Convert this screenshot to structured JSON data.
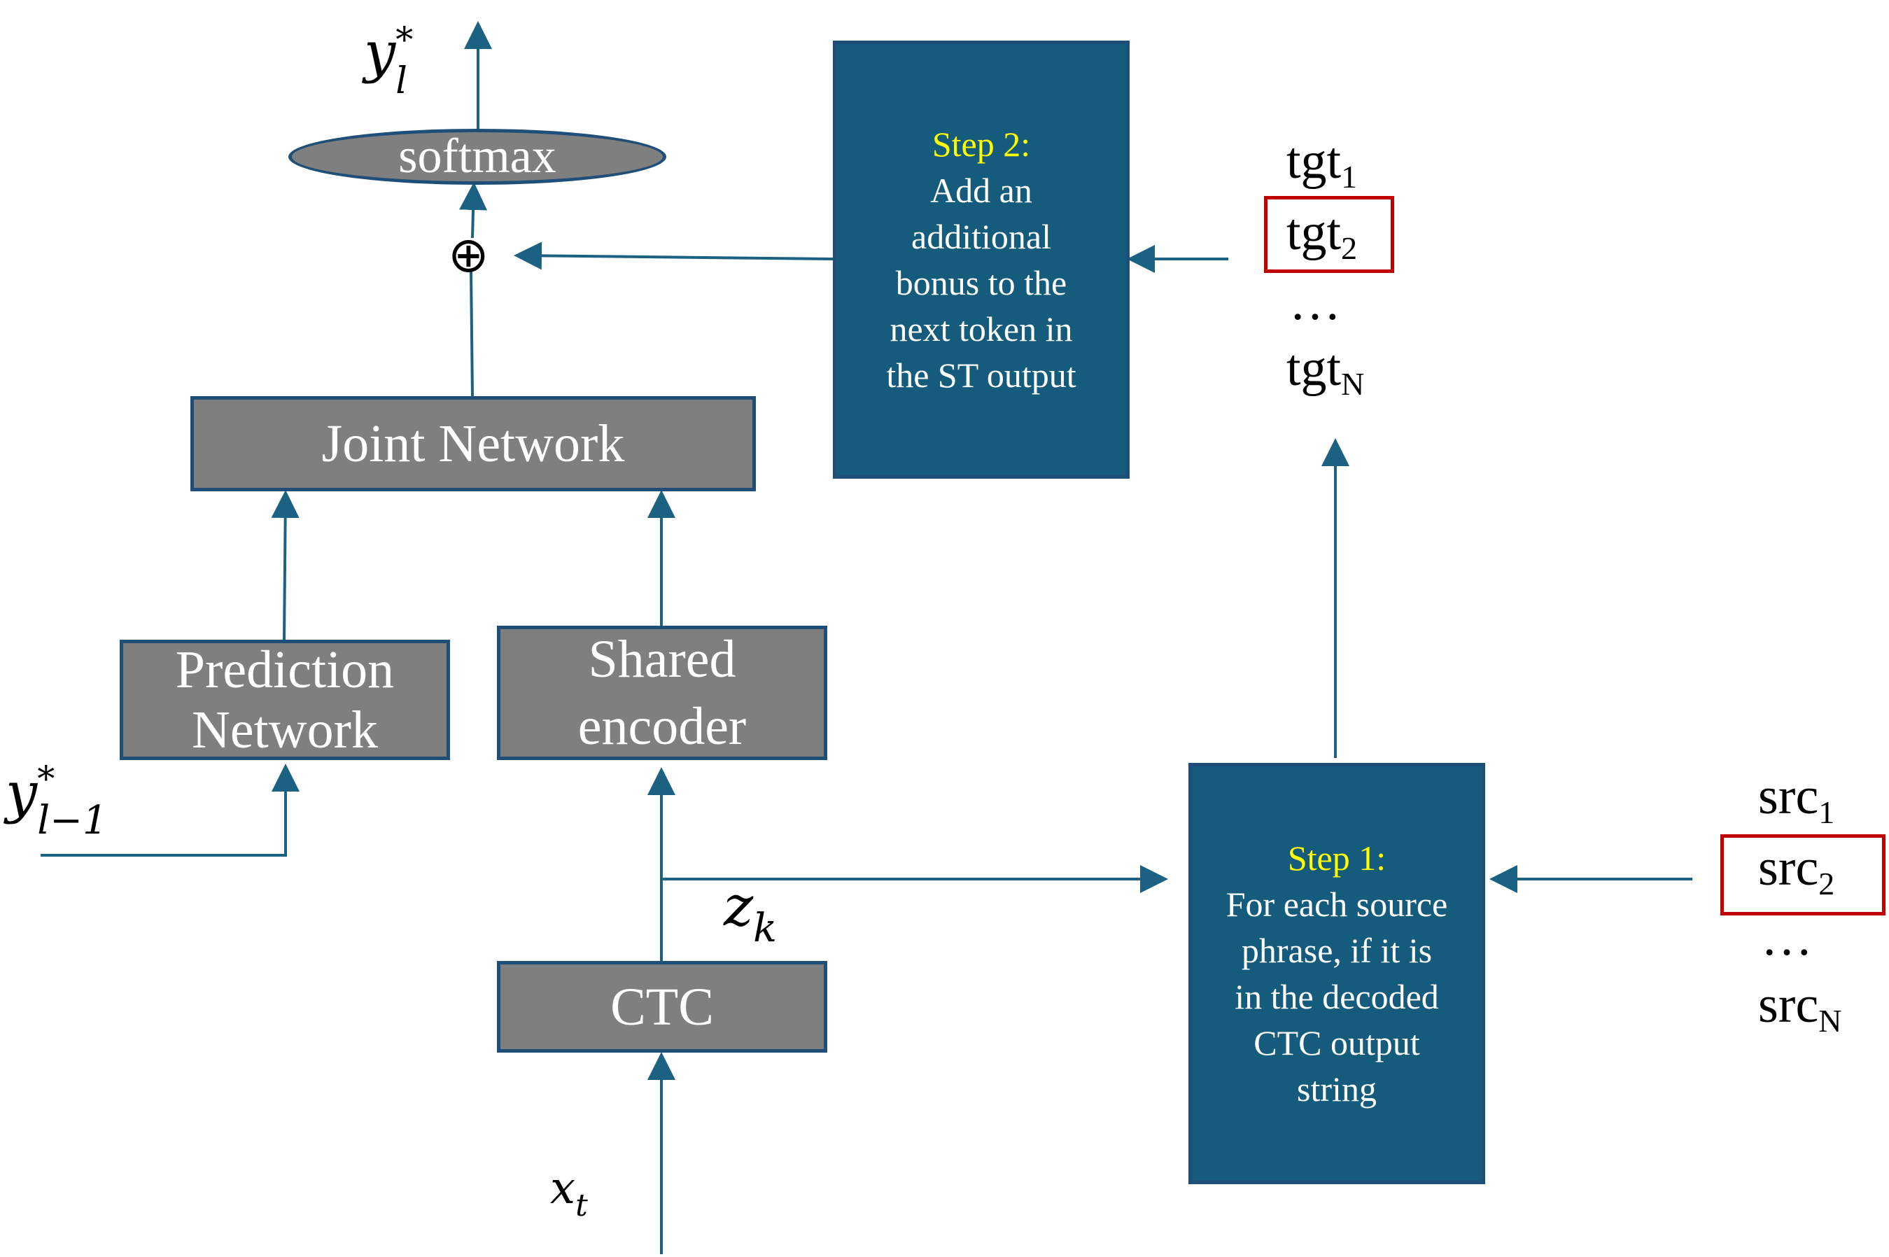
{
  "nodes": {
    "softmax": "softmax",
    "joint_network": "Joint Network",
    "prediction_network": "Prediction\nNetwork",
    "shared_encoder": "Shared\nencoder",
    "ctc": "CTC"
  },
  "step1": {
    "title": "Step 1:",
    "body": "For each source\nphrase, if it is\nin the decoded\nCTC output\nstring"
  },
  "step2": {
    "title": "Step 2:",
    "body": "Add an\nadditional\nbonus to the\nnext token in\nthe ST output"
  },
  "labels": {
    "y_out": {
      "base": "y",
      "sub": "l",
      "sup": "*"
    },
    "y_prev": {
      "base": "y",
      "sub": "l−1",
      "sup": "*"
    },
    "z": {
      "base": "z",
      "sub": "k"
    },
    "x": {
      "base": "x",
      "sub": "t"
    },
    "oplus": "⊕"
  },
  "tgt_list": [
    {
      "base": "tgt",
      "sub": "1"
    },
    {
      "base": "tgt",
      "sub": "2"
    },
    {
      "base": "",
      "sub": "",
      "text": "…"
    },
    {
      "base": "tgt",
      "sub": "N"
    }
  ],
  "src_list": [
    {
      "base": "src",
      "sub": "1"
    },
    {
      "base": "src",
      "sub": "2"
    },
    {
      "base": "",
      "sub": "",
      "text": "…"
    },
    {
      "base": "src",
      "sub": "N"
    }
  ],
  "colors": {
    "arrow": "#1b6181",
    "box_fill_gray": "#7f7f7f",
    "box_fill_blue": "#145b7c",
    "step_title": "#ffff00",
    "highlight": "#c00000"
  }
}
